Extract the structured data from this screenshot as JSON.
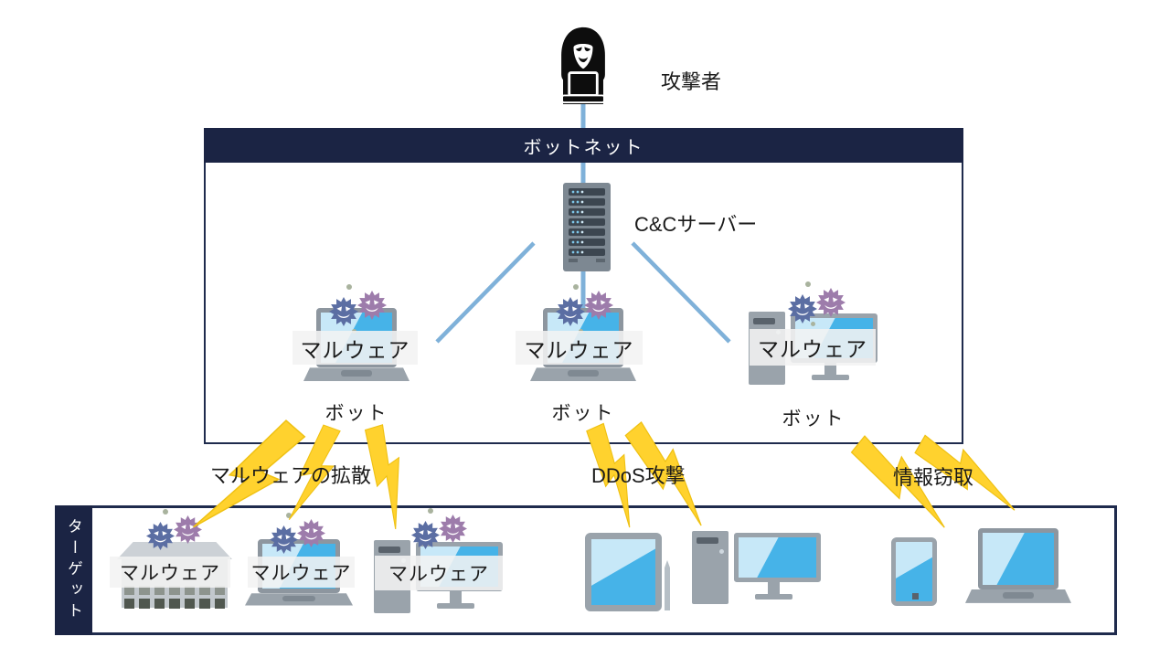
{
  "palette": {
    "navy": "#1b2444",
    "connector_blue": "#7fb1d9",
    "lightning_yellow": "#ffd22e",
    "screen_blue": "#46b3e8",
    "screen_highlight": "#c7e8f8",
    "device_gray": "#9aa3ab",
    "virus_blue": "#5b6ea3",
    "virus_purple": "#9d7cab",
    "malware_band_bg": "#f2f2f2"
  },
  "attacker": {
    "label": "攻撃者",
    "icon": "hooded-hacker-with-laptop-icon"
  },
  "botnet": {
    "title": "ボットネット",
    "server": {
      "label": "C&Cサーバー",
      "icon": "rack-server-icon"
    },
    "bots": [
      {
        "device": "laptop",
        "malware_label": "マルウェア",
        "label": "ボット"
      },
      {
        "device": "laptop",
        "malware_label": "マルウェア",
        "label": "ボット"
      },
      {
        "device": "desktop-pc",
        "malware_label": "マルウェア",
        "label": "ボット"
      }
    ]
  },
  "attacks": [
    {
      "label": "マルウェアの拡散"
    },
    {
      "label": "DDoS攻撃"
    },
    {
      "label": "情報窃取"
    }
  ],
  "target": {
    "label": "ターゲット",
    "infected_devices": [
      {
        "device": "office-building",
        "malware_label": "マルウェア"
      },
      {
        "device": "laptop",
        "malware_label": "マルウェア"
      },
      {
        "device": "desktop-pc",
        "malware_label": "マルウェア"
      }
    ],
    "other_devices": [
      {
        "device": "tablet-with-stylus"
      },
      {
        "device": "desktop-pc"
      },
      {
        "device": "smartphone"
      },
      {
        "device": "laptop"
      }
    ]
  }
}
